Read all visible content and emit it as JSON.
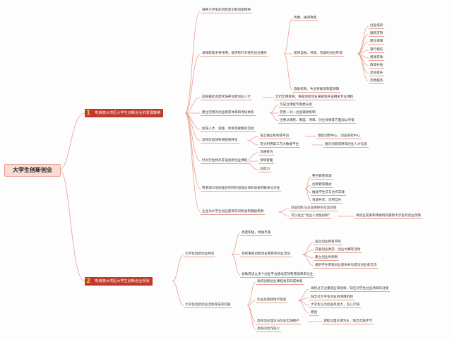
{
  "root": "大学生创新创业",
  "b1": {
    "num": "1",
    "title": "粤港澳大湾区大学生创新创业的发展策略",
    "items": [
      "培养大学生的创新意识和创新精神",
      "发挥政策主导作用，提供有针对性的创业服务",
      "优惠、扶持政策",
      "提供自由、开放、包容的创业环境",
      "创业培训",
      "融资支持",
      "孵化保障",
      "银行授信",
      "担保贷款",
      "政策补贴",
      "高效提升",
      "完善服务",
      "激励机制、失业资助等制度保障",
      "应根据社会需求培养创新创业人才",
      "实行实用教育，根据创新创业来规划开设相关专业课程",
      "建立完善的创业教育体系和考核体系",
      "可成立课程专家委员会",
      "完善一对一创业辅导机制",
      "注重从课程、制度、项目、创业效果等方面加以考核",
      "加快人才、资金、项目等要素的流动",
      "高校应加快科研成果转化",
      "设立独立机构或平台",
      "充分利用第三方大数据平台",
      "增加创新中心、创业研究中心",
      "展示创新成果和创业人才信息",
      "针对学生特点开设创新创业课程",
      "沟通技巧",
      "领导管理",
      "创造力",
      "粤港澳三地加强合作同时加强与海外高校的联系与交往",
      "整合教育资源",
      "创新教育模式",
      "推动学生交与合作实践",
      "资源共享、优势互补",
      "企业为大学生创业提供实训机会和激励机制",
      "创业团队与企业更好的交流对接",
      "可以设立“创业人才股份制”",
      "将创业成果和转换时间重新大学生的创业热情"
    ]
  },
  "b2": {
    "num": "2",
    "title": "粤港澳大湾区大学生创新创业现状",
    "items": [
      "大学生创新创业特点",
      "高度积极，特质丰富",
      "高校重视创新创业教育和创业活动",
      "设立创业教育学院",
      "开展创业讲堂、创业大赛等活动",
      "建立创业导师制",
      "组织学生参观创业基地并与成功创业者交流",
      "省政府设立多个创业平台基地支持粤港澳青年创业",
      "大学生创新创业活动存在的问题",
      "高校创新创业课程尚未形成体系",
      "毕业生和就性不够高",
      "高校过于注重就业率指标，缺乏对学生创业项目的对接",
      "缺乏对大学生创业的保障机制",
      "大学生认为创业风险大，信心欠缺",
      "原因",
      "高校创业理论与创业实践脱产",
      "课程以理论课为主，缺乏实践环节",
      "高校间合作较少"
    ]
  }
}
